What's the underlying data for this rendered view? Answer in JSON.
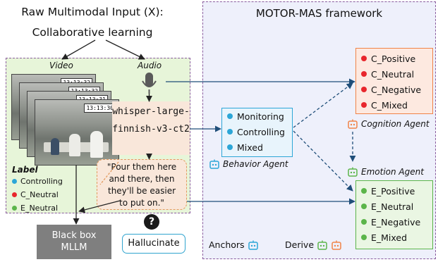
{
  "header": {
    "input_title": "Raw Multimodal Input (X):",
    "input_subtitle": "Collaborative learning",
    "framework_title": "MOTOR-MAS framework"
  },
  "input_panel": {
    "video_label": "Video",
    "audio_label": "Audio",
    "timestamps": [
      "13:13:32",
      "13:13:32",
      "13:13:31",
      "13:13:30"
    ],
    "asr_model": [
      "whisper-large-",
      "finnish-v3-ct2"
    ],
    "transcript": [
      "\"Pour them here",
      "and there, then",
      "they'll be easier",
      "to put on.\""
    ],
    "label_title": "Label",
    "labels": [
      {
        "text": "Controlling",
        "color": "#2ca6d7"
      },
      {
        "text": "C_Neutral",
        "color": "#e8262c"
      },
      {
        "text": "E_Neutral",
        "color": "#5bb54a"
      }
    ]
  },
  "blackbox": {
    "lines": [
      "Black box",
      "MLLM"
    ],
    "hallucinate": "Hallucinate",
    "question_icon": "question-icon"
  },
  "behavior_agent": {
    "name": "Behavior Agent",
    "color": "#2ca6d7",
    "items": [
      "Monitoring",
      "Controlling",
      "Mixed"
    ]
  },
  "cognition_agent": {
    "name": "Cognition Agent",
    "color": "#e8262c",
    "items": [
      "C_Positive",
      "C_Neutral",
      "C_Negative",
      "C_Mixed"
    ]
  },
  "emotion_agent": {
    "name": "Emotion Agent",
    "color": "#5bb54a",
    "items": [
      "E_Positive",
      "E_Neutral",
      "E_Negative",
      "E_Mixed"
    ]
  },
  "legend": {
    "anchors": "Anchors",
    "derive": "Derive"
  },
  "colors": {
    "arrow": "#1f4e79",
    "mas_bg": "#eef0fb",
    "input_bg": "#e7f5d9",
    "frame_border": "#8a5c9e"
  }
}
